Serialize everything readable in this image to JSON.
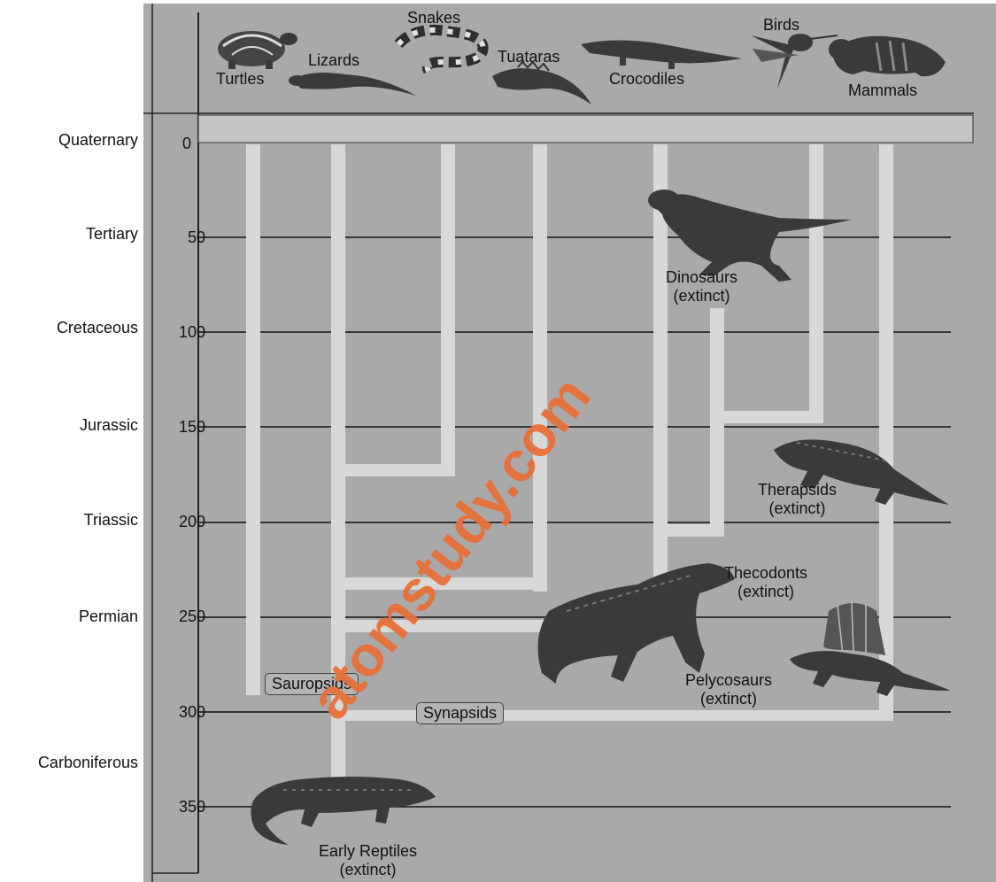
{
  "colors": {
    "background": "#a9a9a9",
    "lineage": "#d8d8d8",
    "gridline": "#111111",
    "watermark": "#e8703a",
    "animal": "#3a3a3a"
  },
  "groups": {
    "turtles": "Turtles",
    "lizards": "Lizards",
    "snakes": "Snakes",
    "tuataras": "Tuataras",
    "crocodiles": "Crocodiles",
    "birds": "Birds",
    "mammals": "Mammals"
  },
  "periods": [
    "Quaternary",
    "Tertiary",
    "Cretaceous",
    "Jurassic",
    "Triassic",
    "Permian",
    "Carboniferous"
  ],
  "ticks": [
    "0",
    "50",
    "100",
    "150",
    "200",
    "250",
    "300",
    "350"
  ],
  "extinct": {
    "dinosaurs": [
      "Dinosaurs",
      "(extinct)"
    ],
    "therapsids": [
      "Therapsids",
      "(extinct)"
    ],
    "thecodonts": [
      "Thecodonts",
      "(extinct)"
    ],
    "pelycosaurs": [
      "Pelycosaurs",
      "(extinct)"
    ],
    "early_reptiles": [
      "Early Reptiles",
      "(extinct)"
    ]
  },
  "clades": {
    "sauropsids": "Sauropsids",
    "synapsids": "Synapsids"
  },
  "icons": [
    "turtle-icon",
    "lizard-icon",
    "snake-icon",
    "tuatara-icon",
    "crocodile-icon",
    "bird-icon",
    "mammal-icon",
    "dinosaur-icon",
    "therapsid-icon",
    "thecodont-icon",
    "pelycosaur-icon",
    "early-reptile-icon"
  ],
  "watermark": "atomstudy.com"
}
